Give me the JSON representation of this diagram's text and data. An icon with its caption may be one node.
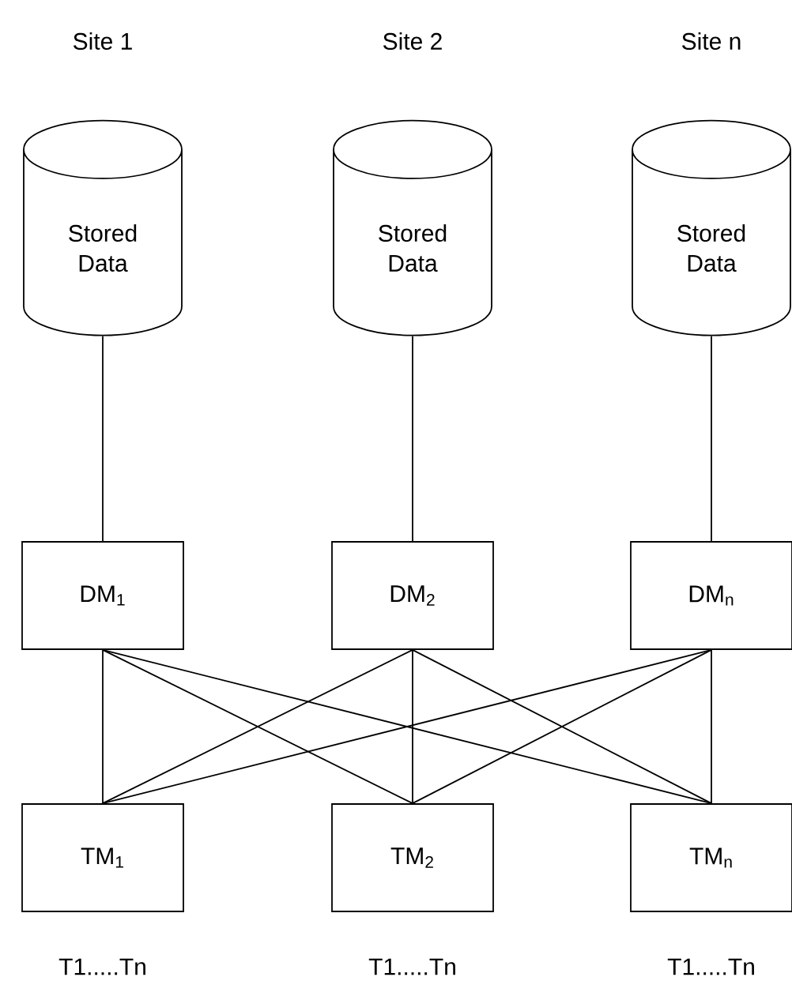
{
  "diagram": {
    "nodes": [
      {
        "text": [
          "Stored Data"
        ]
      },
      {
        "text": [
          "Stored Data"
        ]
      },
      {
        "text": [
          "Stored Data"
        ]
      },
      {
        "text": [
          "DM$_{1}$"
        ]
      },
      {
        "text": [
          "DM$_{2}$"
        ]
      },
      {
        "text": [
          "DM$_{n}$"
        ]
      },
      {
        "text": [
          "TM$_{1}$"
        ]
      },
      {
        "text": [
          "TM$_{2}$"
        ]
      },
      {
        "text": [
          "TM$_{n}$"
        ]
      }
    ],
    "edges": [
      {
        "from": 0,
        "to": 3,
        "arrow": "none"
      },
      {
        "from": 1,
        "to": 4,
        "arrow": "none"
      },
      {
        "from": 2,
        "to": 5,
        "arrow": "none"
      },
      {
        "from": 3,
        "to": 6,
        "arrow": "none"
      },
      {
        "from": 3,
        "to": 7,
        "arrow": "none"
      },
      {
        "from": 3,
        "to": 8,
        "arrow": "none"
      },
      {
        "from": 4,
        "to": 6,
        "arrow": "none"
      },
      {
        "from": 4,
        "to": 7,
        "arrow": "none"
      },
      {
        "from": 4,
        "to": 8,
        "arrow": "none"
      },
      {
        "from": 5,
        "to": 6,
        "arrow": "none"
      },
      {
        "from": 5,
        "to": 7,
        "arrow": "none"
      },
      {
        "from": 5,
        "to": 8,
        "arrow": "none"
      }
    ],
    "labels": [
      "Site 1",
      "Site 2",
      "Site n",
      "T1.....Tn",
      "T1.....Tn",
      "T1.....Tn"
    ]
  }
}
